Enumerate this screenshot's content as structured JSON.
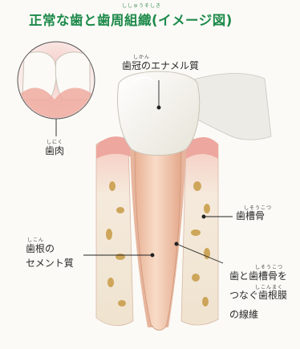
{
  "title": "正常な歯と歯周組織(イメージ図)",
  "title_ruby": "ししゅうそしき",
  "labels": {
    "enamel": "歯冠のエナメル質",
    "enamel_ruby": "しかん",
    "gum": "歯肉",
    "gum_ruby": "しにく",
    "alveolar_bone": "歯槽骨",
    "alveolar_bone_ruby": "しそうこつ",
    "cementum_line1": "歯根の",
    "cementum_line2": "セメント質",
    "cementum_ruby": "しこん",
    "ligament_line1": "歯と歯槽骨を",
    "ligament_line2": "つなぐ歯根膜",
    "ligament_line3": "の線維",
    "ligament_ruby1": "しそうこつ",
    "ligament_ruby2": "しこんまく"
  },
  "colors": {
    "title": "#1d8a4a",
    "enamel": "#f7f5ee",
    "gum": "#e8a7a0",
    "root": "#f3cdb5",
    "bone": "#f2e6cf",
    "bone_pore": "#c89b45",
    "leader_line": "#222222"
  }
}
